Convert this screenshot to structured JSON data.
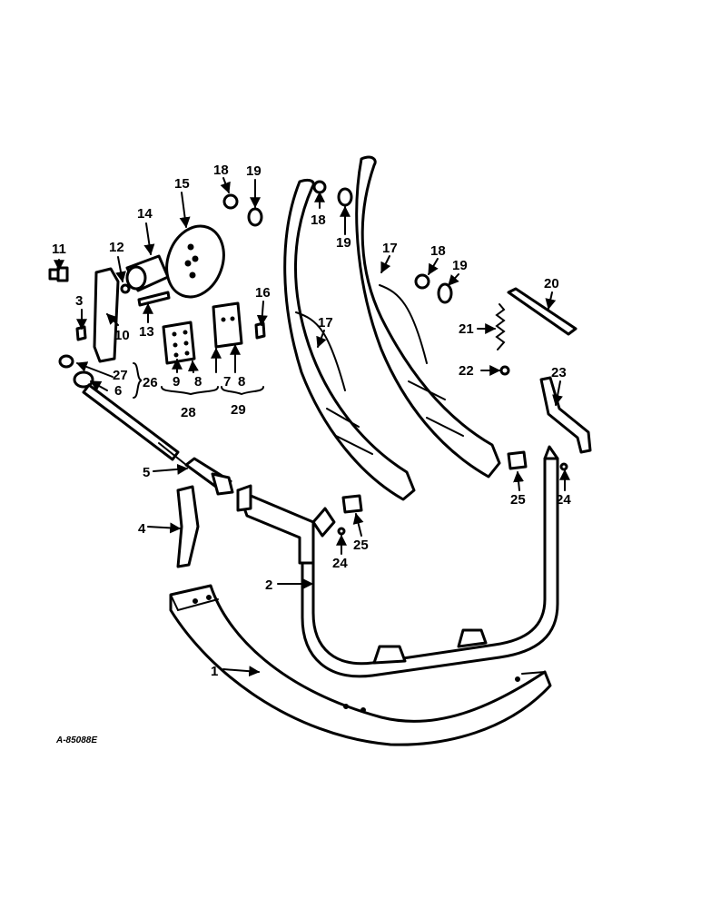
{
  "figure_code": "A-85088E",
  "callouts": {
    "c1": "1",
    "c2": "2",
    "c3": "3",
    "c4": "4",
    "c5": "5",
    "c6": "6",
    "c7": "7",
    "c8a": "8",
    "c8b": "8",
    "c9": "9",
    "c10": "10",
    "c11": "11",
    "c12": "12",
    "c13": "13",
    "c14": "14",
    "c15": "15",
    "c16": "16",
    "c17a": "17",
    "c17b": "17",
    "c18a": "18",
    "c18b": "18",
    "c18c": "18",
    "c19a": "19",
    "c19b": "19",
    "c19c": "19",
    "c20": "20",
    "c21": "21",
    "c22": "22",
    "c23": "23",
    "c24a": "24",
    "c24b": "24",
    "c25a": "25",
    "c25b": "25",
    "c26": "26",
    "c27": "27",
    "c28": "28",
    "c29": "29"
  }
}
